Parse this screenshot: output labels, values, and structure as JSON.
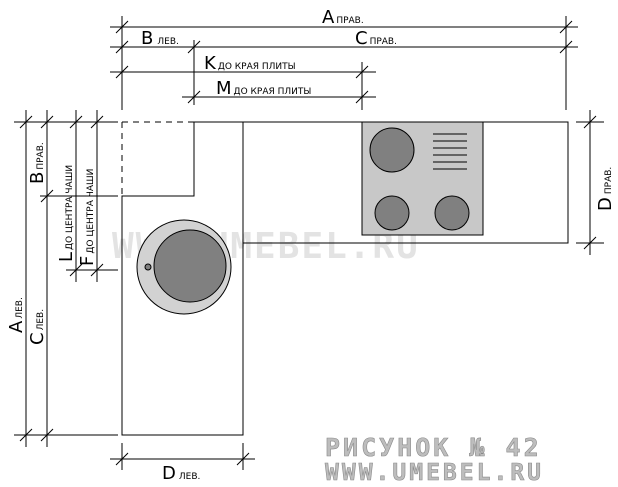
{
  "labels": {
    "a_right": {
      "letter": "A",
      "suffix": "ПРАВ."
    },
    "b_left": {
      "letter": "B",
      "suffix": "ЛЕВ."
    },
    "c_right": {
      "letter": "C",
      "suffix": "ПРАВ."
    },
    "k_stove": {
      "letter": "K",
      "suffix": "ДО КРАЯ ПЛИТЫ"
    },
    "m_stove": {
      "letter": "M",
      "suffix": "ДО КРАЯ ПЛИТЫ"
    },
    "a_left": {
      "letter": "A",
      "suffix": "ЛЕВ."
    },
    "b_right": {
      "letter": "B",
      "suffix": "ПРАВ."
    },
    "c_left": {
      "letter": "C",
      "suffix": "ЛЕВ."
    },
    "l_sink": {
      "letter": "L",
      "suffix": "ДО ЦЕНТРА ЧАШИ"
    },
    "f_sink": {
      "letter": "F",
      "suffix": "ДО ЦЕНТРА ЧАШИ"
    },
    "d_right": {
      "letter": "D",
      "suffix": "ПРАВ."
    },
    "d_left": {
      "letter": "D",
      "suffix": "ЛЕВ."
    }
  },
  "watermark": "WWW.UMEBEL.RU",
  "caption": {
    "title": "РИСУНОК № 42",
    "url": "WWW.UMEBEL.RU"
  },
  "colors": {
    "cooktop": "#c8c8c8",
    "burner": "#808080",
    "sink_outer": "#d2d2d2",
    "sink_bowl": "#808080",
    "watermark": "#e3e3e3",
    "caption": "#bdbdbd"
  }
}
